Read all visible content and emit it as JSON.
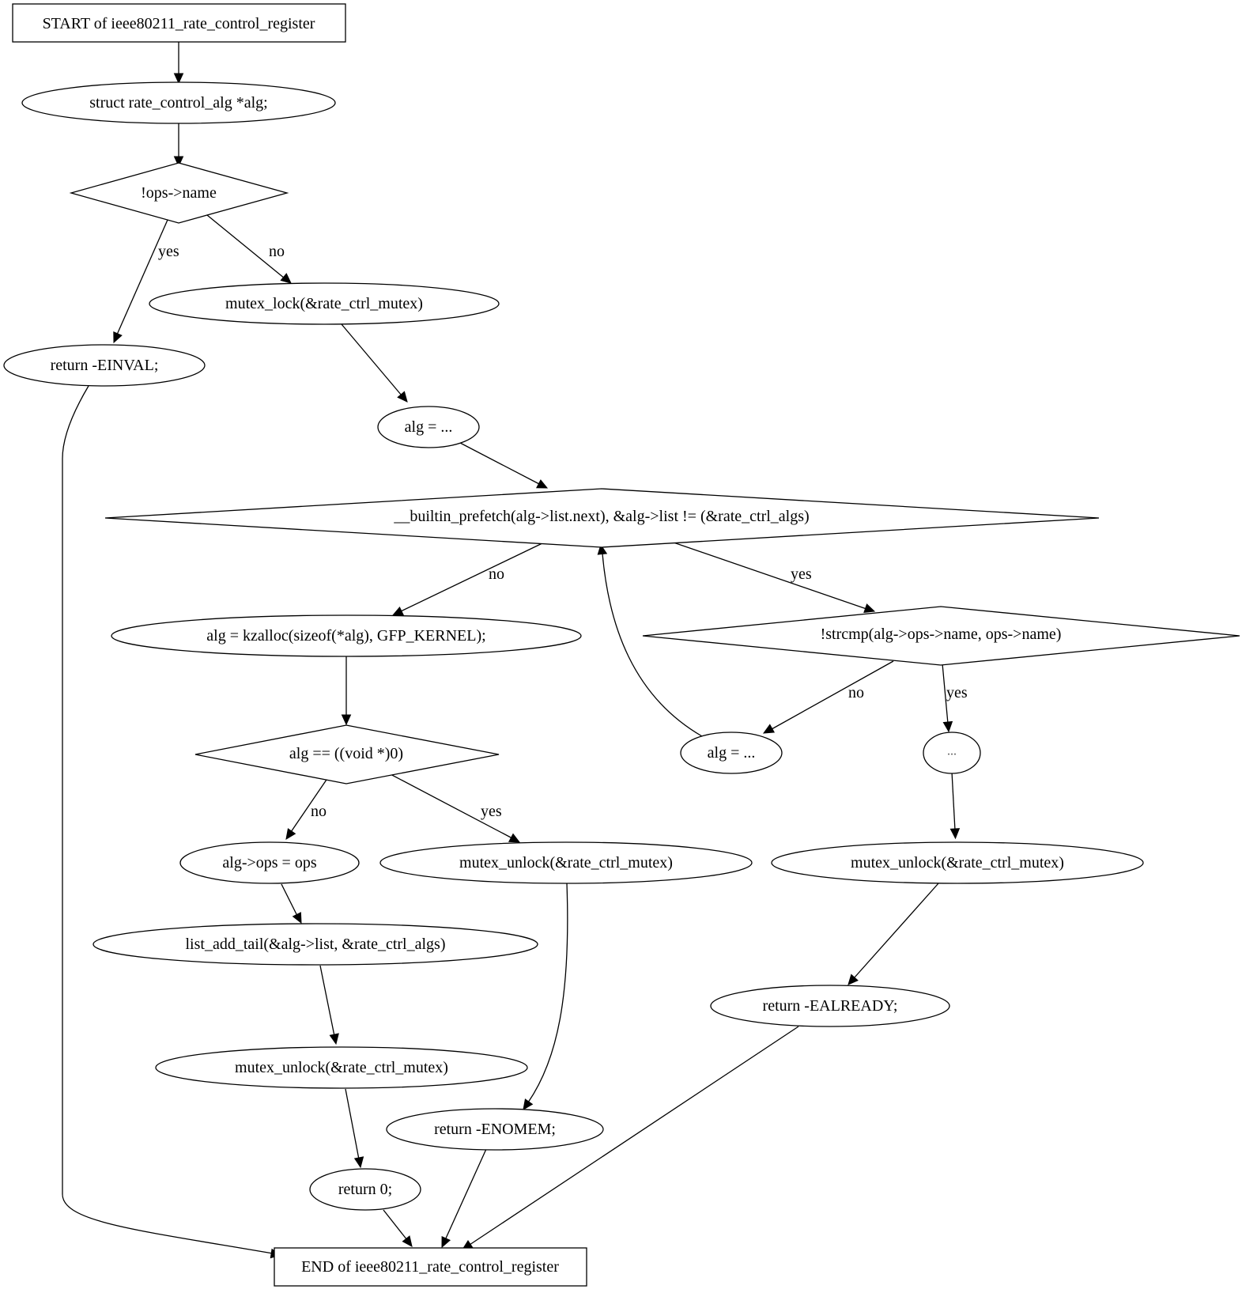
{
  "colors": {
    "lock_fill": "#add8e6",
    "unlock_fill": "#ffff00",
    "default_fill": "#ffffff",
    "stroke": "#000000"
  },
  "nodes": {
    "start": "START of ieee80211_rate_control_register",
    "decl_alg": "struct rate_control_alg *alg;",
    "check_name": "!ops->name",
    "mutex_lock": "mutex_lock(&rate_ctrl_mutex)",
    "return_einval": "return -EINVAL;",
    "alg_init": "alg = ...",
    "loop_cond": "__builtin_prefetch(alg->list.next), &alg->list != (&rate_ctrl_algs)",
    "kzalloc": "alg = kzalloc(sizeof(*alg), GFP_KERNEL);",
    "strcmp": "!strcmp(alg->ops->name, ops->name)",
    "alg_null": "alg == ((void *)0)",
    "alg_next": "alg = ...",
    "ellipsis": "...",
    "alg_ops": "alg->ops = ops",
    "unlock_nomem": "mutex_unlock(&rate_ctrl_mutex)",
    "unlock_already": "mutex_unlock(&rate_ctrl_mutex)",
    "list_add": "list_add_tail(&alg->list, &rate_ctrl_algs)",
    "return_ealready": "return -EALREADY;",
    "unlock_ok": "mutex_unlock(&rate_ctrl_mutex)",
    "return_enomem": "return -ENOMEM;",
    "return_0": "return 0;",
    "end": "END of ieee80211_rate_control_register"
  },
  "edge_labels": {
    "check_name_yes": "yes",
    "check_name_no": "no",
    "loop_no": "no",
    "loop_yes": "yes",
    "strcmp_no": "no",
    "strcmp_yes": "yes",
    "alg_null_no": "no",
    "alg_null_yes": "yes"
  }
}
